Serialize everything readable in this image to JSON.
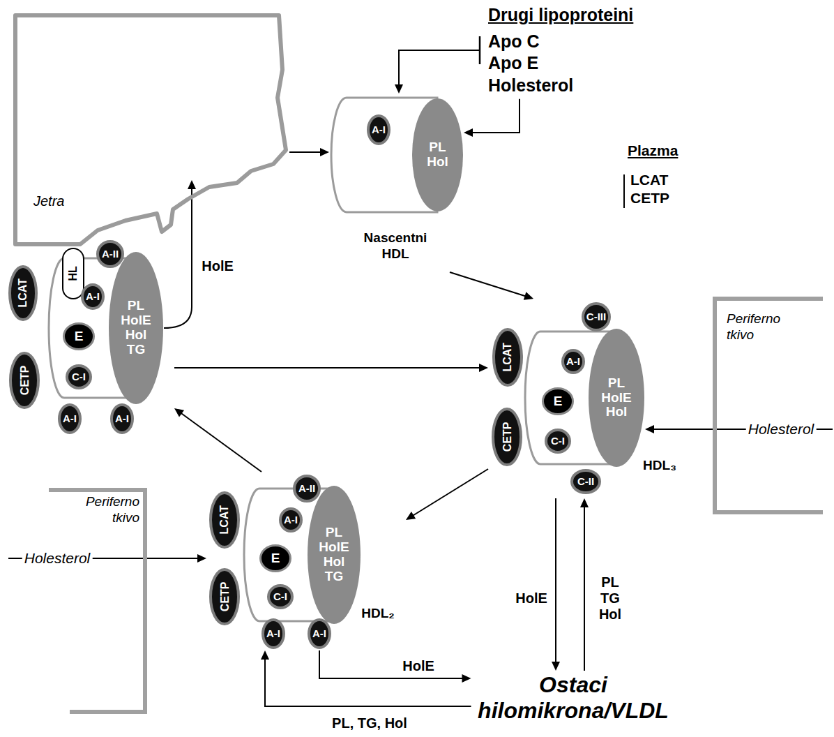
{
  "diagram": {
    "nodes": [
      {
        "text": [
          "Jetra"
        ]
      },
      {
        "text": [
          "Drugi lipoproteini",
          "Apo C Apo E Holesterol"
        ]
      },
      {
        "text": [
          "Nascentni HDL"
        ]
      },
      {
        "text": [
          "A-I"
        ],
        "in": 2
      },
      {
        "text": [
          "PL Hol"
        ],
        "in": 2
      },
      {
        "text": [
          "HL"
        ]
      },
      {
        "text": []
      },
      {
        "text": [
          "A-II"
        ],
        "in": 6
      },
      {
        "text": [
          "LCAT"
        ],
        "in": 6
      },
      {
        "text": [
          "A-I"
        ],
        "in": 6
      },
      {
        "text": [
          "E"
        ],
        "in": 6
      },
      {
        "text": [
          "PL HolE Hol TG"
        ],
        "in": 6
      },
      {
        "text": [
          "CETP"
        ],
        "in": 6
      },
      {
        "text": [
          "C-I"
        ],
        "in": 6
      },
      {
        "text": [
          "A-I"
        ],
        "in": 6
      },
      {
        "text": [
          "A-I"
        ],
        "in": 6
      },
      {
        "text": [
          "Periferno tkivo"
        ]
      },
      {
        "text": [
          "HDL₃"
        ]
      },
      {
        "text": [
          "C-III"
        ],
        "in": 17
      },
      {
        "text": [
          "LCAT"
        ],
        "in": 17
      },
      {
        "text": [
          "A-I"
        ],
        "in": 17
      },
      {
        "text": [
          "E"
        ],
        "in": 17
      },
      {
        "text": [
          "PL HolE Hol"
        ],
        "in": 17
      },
      {
        "text": [
          "CETP"
        ],
        "in": 17
      },
      {
        "text": [
          "C-I"
        ],
        "in": 17
      },
      {
        "text": [
          "C-II"
        ],
        "in": 17
      },
      {
        "text": [
          "Periferno tkivo"
        ]
      },
      {
        "text": [
          "HDL₂"
        ]
      },
      {
        "text": [
          "A-II"
        ],
        "in": 27
      },
      {
        "text": [
          "LCAT"
        ],
        "in": 27
      },
      {
        "text": [
          "A-I"
        ],
        "in": 27
      },
      {
        "text": [
          "E"
        ],
        "in": 27
      },
      {
        "text": [
          "PL HolE Hol TG"
        ],
        "in": 27
      },
      {
        "text": [
          "CETP"
        ],
        "in": 27
      },
      {
        "text": [
          "C-I"
        ],
        "in": 27
      },
      {
        "text": [
          "A-I"
        ],
        "in": 27
      },
      {
        "text": [
          "A-I"
        ],
        "in": 27
      },
      {
        "text": [
          "Ostaci hilomikrona/VLDL"
        ]
      }
    ],
    "edges": [
      {
        "from": 0,
        "to": 2,
        "arrow": "to"
      },
      {
        "from": 1,
        "to": 2,
        "arrow": "to"
      },
      {
        "from": 1,
        "to": 4,
        "arrow": "to"
      },
      {
        "from": 2,
        "to": 17,
        "arrow": "to"
      },
      {
        "from": 11,
        "to": 0,
        "label": "HolE",
        "arrow": "to"
      },
      {
        "from": 6,
        "to": 17,
        "arrow": "to"
      },
      {
        "from": 17,
        "to": 27,
        "arrow": "to"
      },
      {
        "from": 27,
        "to": 6,
        "arrow": "to"
      },
      {
        "from": 16,
        "to": 22,
        "label": "Holesterol",
        "arrow": "to"
      },
      {
        "from": 26,
        "to": 27,
        "label": "Holesterol",
        "arrow": "to"
      },
      {
        "from": 17,
        "to": 37,
        "label": "HolE",
        "arrow": "to"
      },
      {
        "from": 37,
        "to": 17,
        "label": "PL TG Hol",
        "arrow": "to"
      },
      {
        "from": 27,
        "to": 37,
        "label": "HolE",
        "arrow": "to"
      },
      {
        "from": 37,
        "to": 27,
        "label": "PL, TG, Hol",
        "arrow": "to"
      }
    ],
    "labels": [
      "Plazma",
      "LCAT",
      "CETP"
    ]
  }
}
